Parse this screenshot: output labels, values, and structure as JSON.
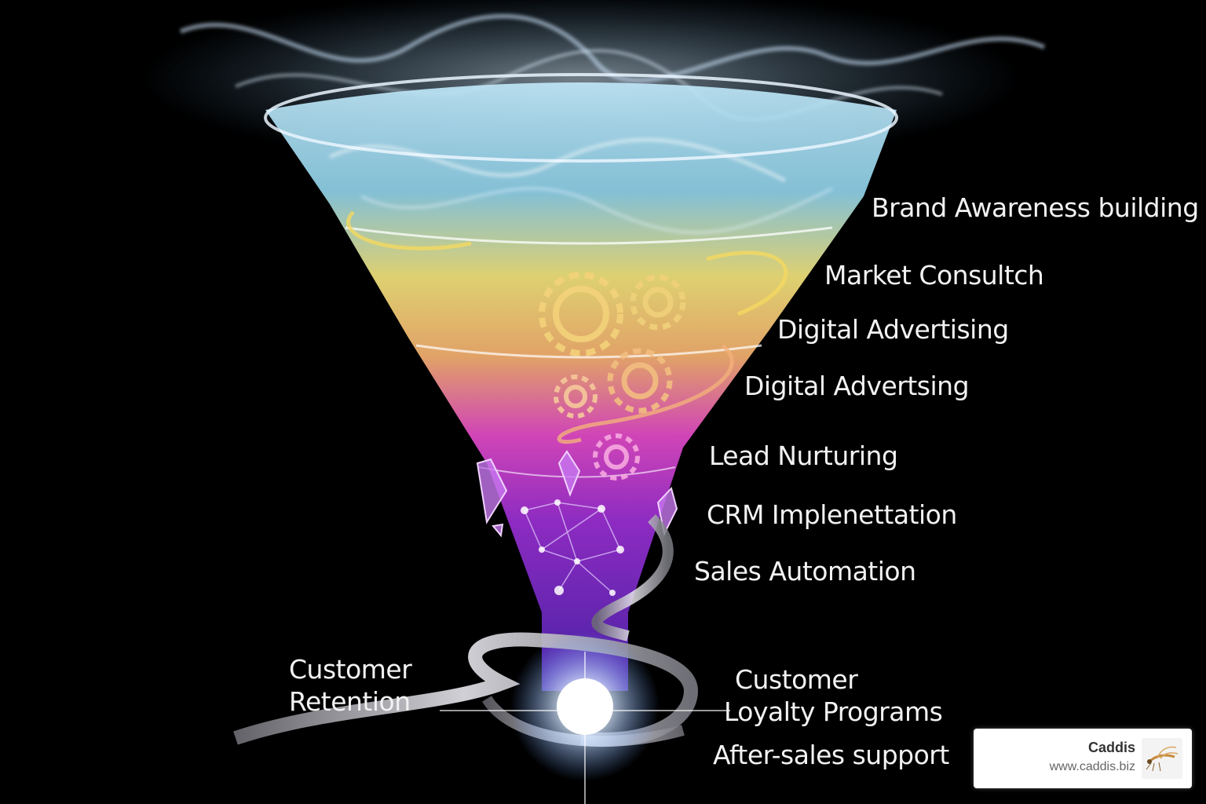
{
  "labels": {
    "brand_awareness": "Brand Awareness building",
    "market_consult": "Market Consultch",
    "digital_advertising": "Digital Advertising",
    "digital_advertsing": "Digital Advertsing",
    "lead_nurturing": "Lead Nurturing",
    "crm": "CRM Implenettation",
    "sales_automation": "Sales Automation",
    "customer_retention": [
      "Customer",
      "Retention"
    ],
    "customer_loyalty": [
      "Customer",
      "Loyalty Programs"
    ],
    "after_sales": "After-sales support"
  },
  "brand": {
    "name": "Caddis",
    "url": "www.caddis.biz"
  },
  "icons": [
    "gear-icon",
    "crystal-icon",
    "network-icon",
    "ribbon-icon",
    "fly-logo-icon"
  ],
  "colors": {
    "background": "#000000",
    "top_blue": "#9fd8f0",
    "yellow": "#f5e06a",
    "orange": "#f2a86a",
    "magenta": "#e040c8",
    "purple": "#7a2bd0",
    "deep_violet": "#4a1fa8",
    "label_text": "#f2f2f2"
  }
}
